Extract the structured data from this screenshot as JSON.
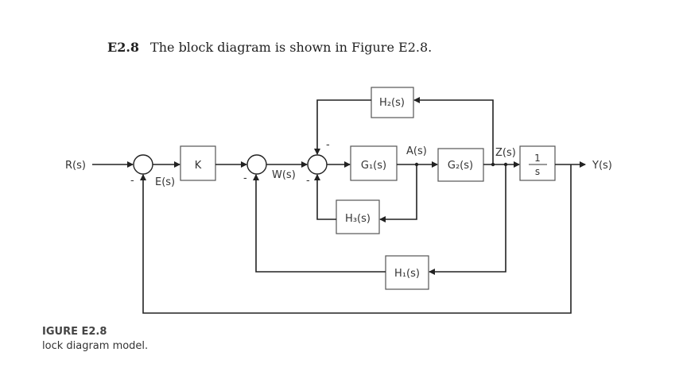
{
  "problem": {
    "number": "E2.8",
    "text": "The block diagram is shown in Figure E2.8."
  },
  "caption": {
    "title": "IGURE E2.8",
    "text": "lock diagram model."
  },
  "diagram": {
    "signals": {
      "input": "R(s)",
      "error": "E(s)",
      "w": "W(s)",
      "a": "A(s)",
      "z": "Z(s)",
      "output": "Y(s)"
    },
    "blocks": {
      "k": "K",
      "g1": "G₁(s)",
      "g2": "G₂(s)",
      "h1": "H₁(s)",
      "h2": "H₂(s)",
      "h3": "H₃(s)",
      "integrator_num": "1",
      "integrator_den": "s"
    },
    "signs": {
      "minus": "-"
    }
  }
}
